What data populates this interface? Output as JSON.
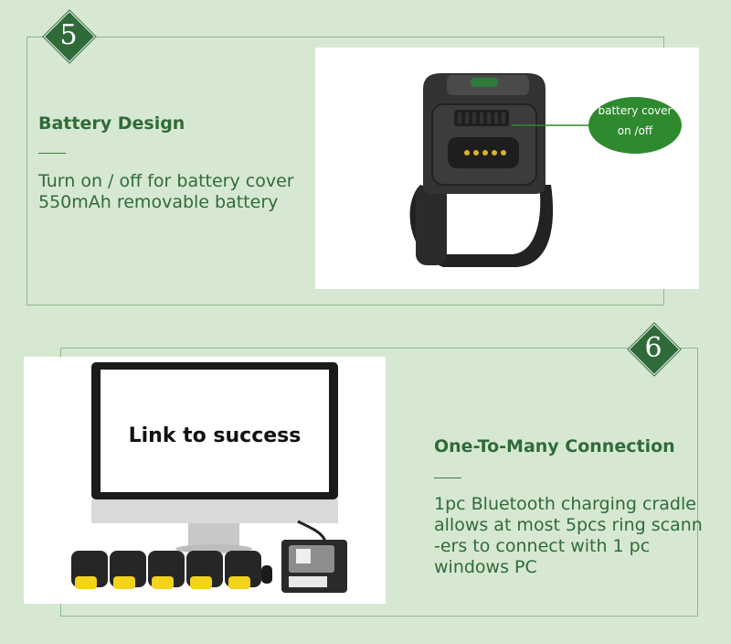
{
  "section5": {
    "number": "5",
    "title": "Battery Design",
    "description": "Turn on / off for battery cover\n550mAh removable battery",
    "callout": "battery cover\non /off"
  },
  "section6": {
    "number": "6",
    "title": "One-To-Many Connection",
    "description": "1pc Bluetooth charging cradle\nallows at most 5pcs ring scann\n-ers to connect with 1 pc\nwindows PC",
    "screen_text": "Link to success"
  },
  "colors": {
    "background": "#d7e8d2",
    "brand_green": "#2f6b39",
    "callout_green": "#2d8a2e",
    "scanner_yellow": "#f2d21b"
  }
}
